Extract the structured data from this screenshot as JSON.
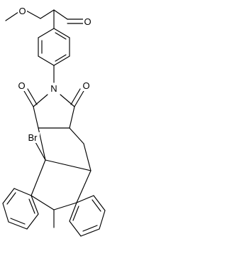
{
  "molecule": {
    "atom_labels": {
      "ester_ether_oxygen": "O",
      "ester_carbonyl_oxygen": "O",
      "imide_nitrogen": "N",
      "imide_carbonyl_oxygen_left": "O",
      "imide_carbonyl_oxygen_right": "O",
      "bromine": "Br"
    }
  }
}
